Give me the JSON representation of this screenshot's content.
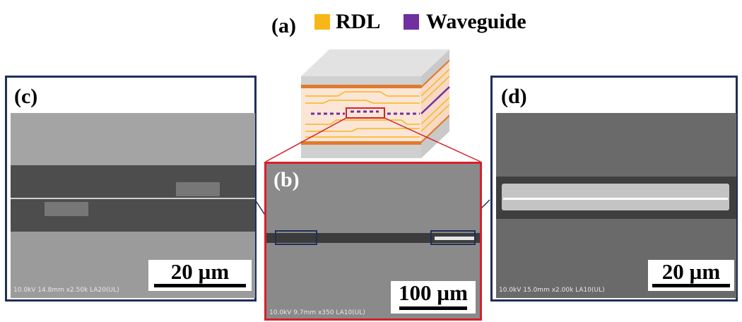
{
  "header": {
    "panel_label": "(a)",
    "legend": [
      {
        "label": "RDL",
        "color": "#f8b719"
      },
      {
        "label": "Waveguide",
        "color": "#7030a0"
      }
    ]
  },
  "panels": {
    "b": {
      "label": "(b)",
      "scale_text": "100 µm",
      "meta": "10.0kV 9.7mm x350 LA10(UL)"
    },
    "c": {
      "label": "(c)",
      "scale_text": "20 µm",
      "meta": "10.0kV 14.8mm x2.50k LA20(UL)"
    },
    "d": {
      "label": "(d)",
      "scale_text": "20 µm",
      "meta": "10.0kV 15.0mm x2.00k LA10(UL)"
    }
  },
  "colors": {
    "frame_blue": "#1f2f5a",
    "frame_red": "#d6202a",
    "rdl": "#f8b719",
    "waveguide": "#7030a0",
    "copper": "#e07a2e"
  }
}
